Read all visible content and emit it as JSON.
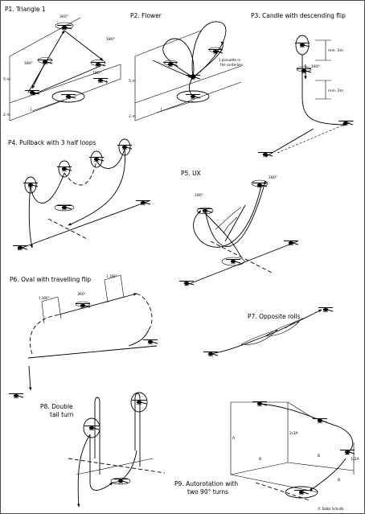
{
  "figures": [
    {
      "title": "P1. Triangle 1",
      "labels": [
        "360°",
        "180°",
        "180°",
        "180°",
        "5 m",
        "2 m",
        "J",
        "J"
      ]
    },
    {
      "title": "P2. Flower",
      "labels": [
        "1 pirouette in",
        "the centerline",
        "5 m",
        "2 m",
        "J"
      ]
    },
    {
      "title": "P3. Candle with descending flip",
      "labels": [
        "min. 2m",
        "180°",
        "min. 2m"
      ]
    },
    {
      "title": "P4. Pullback with 3 half loops"
    },
    {
      "title": "P5. UX",
      "labels": [
        "180°",
        "180°"
      ]
    },
    {
      "title": "P6. Oval with travelling flip",
      "labels": [
        "1 180°",
        "360°",
        "1 180°"
      ]
    },
    {
      "title": "P7. Opposite rolls"
    },
    {
      "title": "P8. Double",
      "title2": "tail turn"
    },
    {
      "title": "P9. Autorotation with",
      "title2": "two 90° turns",
      "labels": [
        "A",
        "2/3A",
        "B",
        "B",
        "1/2A",
        "B"
      ]
    }
  ],
  "credit": "© Tobbs Schultz"
}
